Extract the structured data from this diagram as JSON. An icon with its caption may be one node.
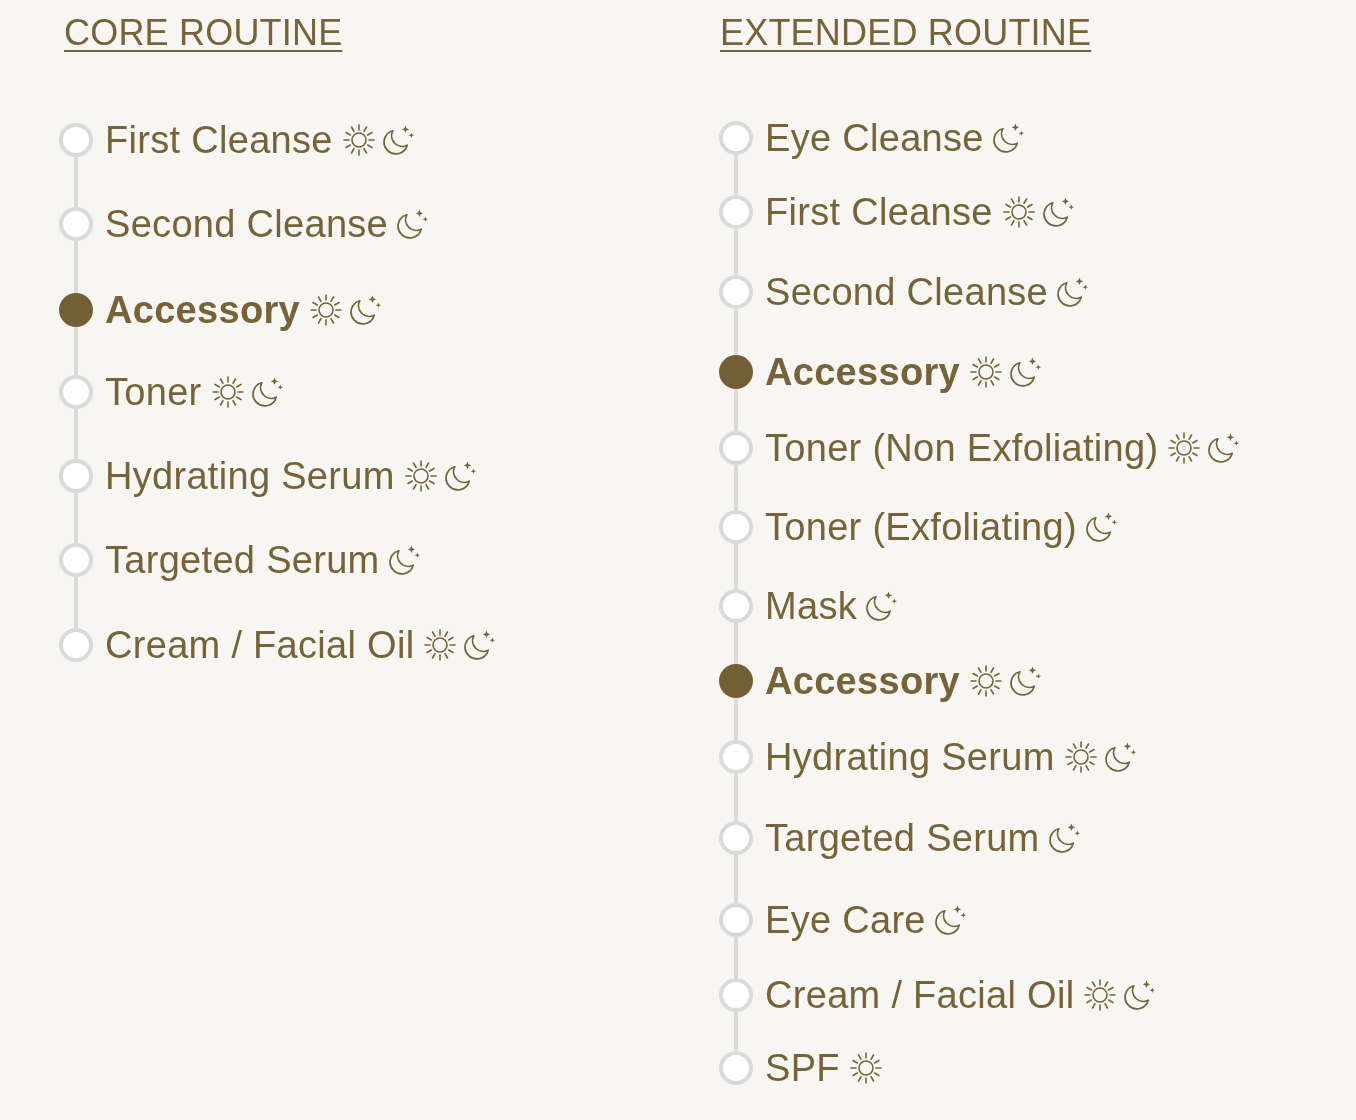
{
  "diagram": {
    "nodes": [
      {
        "text": [],
        "shape": "circle",
        "beside": [
          "First Cleanse"
        ]
      },
      {
        "text": [],
        "shape": "circle",
        "beside": [
          "Second Cleanse"
        ]
      },
      {
        "text": [],
        "shape": "circle",
        "beside": [
          "Accessory"
        ]
      },
      {
        "text": [],
        "shape": "circle",
        "beside": [
          "Toner"
        ]
      },
      {
        "text": [],
        "shape": "circle",
        "beside": [
          "Hydrating Serum"
        ]
      },
      {
        "text": [],
        "shape": "circle",
        "beside": [
          "Targeted Serum"
        ]
      },
      {
        "text": [],
        "shape": "circle",
        "beside": [
          "Cream / Facial Oil"
        ]
      },
      {
        "text": [],
        "shape": "circle",
        "beside": [
          "Eye Cleanse"
        ]
      },
      {
        "text": [],
        "shape": "circle",
        "beside": [
          "First Cleanse"
        ]
      },
      {
        "text": [],
        "shape": "circle",
        "beside": [
          "Second Cleanse"
        ]
      },
      {
        "text": [],
        "shape": "circle",
        "beside": [
          "Accessory"
        ]
      },
      {
        "text": [],
        "shape": "circle",
        "beside": [
          "Toner (Non Exfoliating)"
        ]
      },
      {
        "text": [],
        "shape": "circle",
        "beside": [
          "Toner (Exfoliating)"
        ]
      },
      {
        "text": [],
        "shape": "circle",
        "beside": [
          "Mask"
        ]
      },
      {
        "text": [],
        "shape": "circle",
        "beside": [
          "Accessory"
        ]
      },
      {
        "text": [],
        "shape": "circle",
        "beside": [
          "Hydrating Serum"
        ]
      },
      {
        "text": [],
        "shape": "circle",
        "beside": [
          "Targeted Serum"
        ]
      },
      {
        "text": [],
        "shape": "circle",
        "beside": [
          "Eye Care"
        ]
      },
      {
        "text": [],
        "shape": "circle",
        "beside": [
          "Cream / Facial Oil"
        ]
      },
      {
        "text": [],
        "shape": "circle",
        "beside": [
          "SPF"
        ]
      }
    ],
    "edges": [
      {
        "from": 0,
        "to": 1,
        "arrow": "none"
      },
      {
        "from": 1,
        "to": 2,
        "arrow": "none"
      },
      {
        "from": 2,
        "to": 3,
        "arrow": "none"
      },
      {
        "from": 3,
        "to": 4,
        "arrow": "none"
      },
      {
        "from": 4,
        "to": 5,
        "arrow": "none"
      },
      {
        "from": 5,
        "to": 6,
        "arrow": "none"
      },
      {
        "from": 7,
        "to": 8,
        "arrow": "none"
      },
      {
        "from": 8,
        "to": 9,
        "arrow": "none"
      },
      {
        "from": 9,
        "to": 10,
        "arrow": "none"
      },
      {
        "from": 10,
        "to": 11,
        "arrow": "none"
      },
      {
        "from": 11,
        "to": 12,
        "arrow": "none"
      },
      {
        "from": 12,
        "to": 13,
        "arrow": "none"
      },
      {
        "from": 13,
        "to": 14,
        "arrow": "none"
      },
      {
        "from": 14,
        "to": 15,
        "arrow": "none"
      },
      {
        "from": 15,
        "to": 16,
        "arrow": "none"
      },
      {
        "from": 16,
        "to": 17,
        "arrow": "none"
      },
      {
        "from": 17,
        "to": 18,
        "arrow": "none"
      },
      {
        "from": 18,
        "to": 19,
        "arrow": "none"
      }
    ],
    "labels": [
      "CORE ROUTINE",
      "EXTENDED ROUTINE"
    ]
  }
}
